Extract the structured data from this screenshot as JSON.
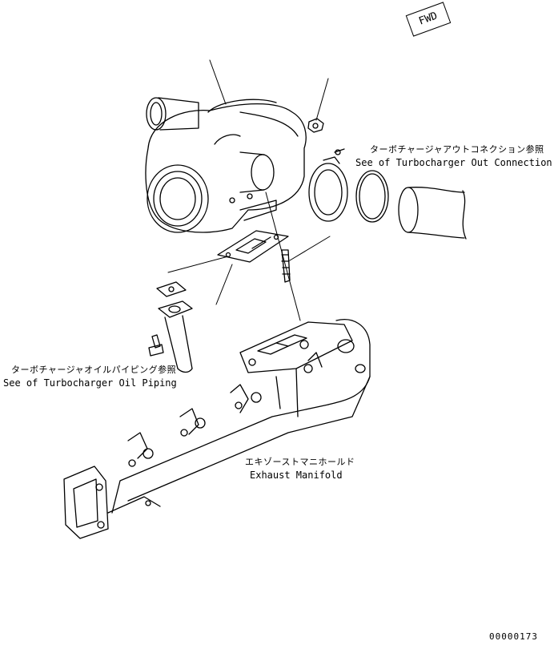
{
  "direction_marker": "FWD",
  "labels": {
    "turbo_out_jp": "ターボチャージャアウトコネクション参照",
    "turbo_out_en": "See of Turbocharger Out Connection",
    "turbo_oil_jp": "ターボチャージャオイルパイピング参照",
    "turbo_oil_en": "See of Turbocharger Oil Piping",
    "manifold_jp": "エキゾーストマニホールド",
    "manifold_en": "Exhaust Manifold"
  },
  "drawing_number": "00000173"
}
